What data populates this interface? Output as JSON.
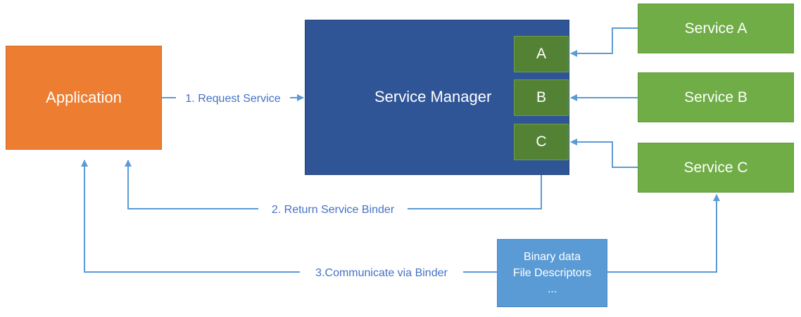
{
  "application": {
    "label": "Application"
  },
  "service_manager": {
    "label": "Service Manager",
    "slots": [
      "A",
      "B",
      "C"
    ]
  },
  "services": [
    "Service A",
    "Service B",
    "Service C"
  ],
  "data_box": {
    "lines": [
      "Binary data",
      "File Descriptors",
      "..."
    ]
  },
  "arrows": {
    "request": "1. Request Service",
    "return": "2. Return Service Binder",
    "communicate": "3.Communicate via Binder"
  },
  "colors": {
    "application": "#ed7d31",
    "service_manager": "#2f5597",
    "slot": "#548235",
    "service": "#70ad47",
    "data_box": "#5b9bd5",
    "arrow": "#5b9bd5",
    "arrow_label": "#4472c4"
  }
}
